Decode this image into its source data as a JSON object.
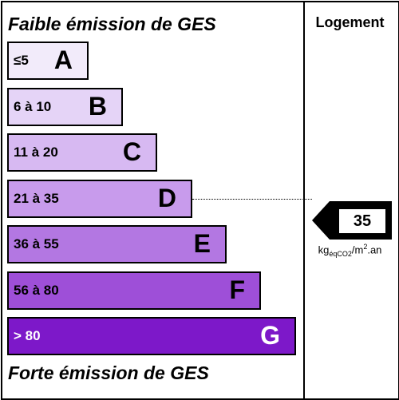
{
  "header": {
    "top_title": "Faible émission de GES",
    "bottom_title": "Forte émission de GES",
    "column_title": "Logement"
  },
  "classes": [
    {
      "range": "≤5",
      "letter": "A",
      "color": "#f2ebfa"
    },
    {
      "range": "6 à 10",
      "letter": "B",
      "color": "#e5d4f7"
    },
    {
      "range": "11 à 20",
      "letter": "C",
      "color": "#d7b9f2"
    },
    {
      "range": "21 à 35",
      "letter": "D",
      "color": "#c89bec"
    },
    {
      "range": "36 à 55",
      "letter": "E",
      "color": "#b377e2"
    },
    {
      "range": "56 à 80",
      "letter": "F",
      "color": "#9e4fd8"
    },
    {
      "range": "> 80",
      "letter": "G",
      "color": "#7d18c9"
    }
  ],
  "indicator": {
    "value": "35",
    "class_index": 3,
    "unit_main": "kg",
    "unit_sub": "éqCO2",
    "unit_mid": "/m",
    "unit_sup": "2",
    "unit_tail": ".an"
  }
}
